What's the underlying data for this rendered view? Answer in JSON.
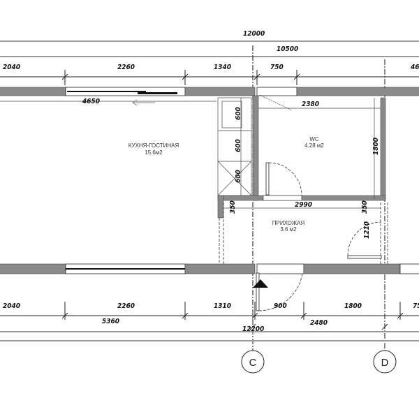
{
  "plan": {
    "top_dimensions": {
      "overall": "12000",
      "partial": "10500",
      "chain": [
        "2040",
        "2260",
        "1340",
        "750",
        "46"
      ]
    },
    "bottom_dimensions": {
      "chain": [
        "2040",
        "2260",
        "1310",
        "900",
        "1800",
        "75"
      ],
      "sub_totals": [
        "5360",
        "2480"
      ],
      "overall": "12200"
    },
    "interior_dimensions": {
      "window_width": "4650",
      "wc_width": "2380",
      "wc_depth": "1800",
      "hall_width": "2990",
      "hall_left_offset": "350",
      "hall_right_offset": "350",
      "hall_door_side": "1210",
      "cabinet_modules": [
        "600",
        "600",
        "600"
      ]
    },
    "rooms": {
      "kitchen": {
        "name": "КУХНЯ-ГОСТИНАЯ",
        "area": "15.6м2"
      },
      "wc": {
        "name": "WC",
        "area": "4.28  м2"
      },
      "hall": {
        "name": "ПРИХОЖАЯ",
        "area": "3.6 м2"
      }
    },
    "axes": [
      "C",
      "D"
    ],
    "colors": {
      "wall": "#8a8a8a",
      "line": "#222222"
    }
  }
}
